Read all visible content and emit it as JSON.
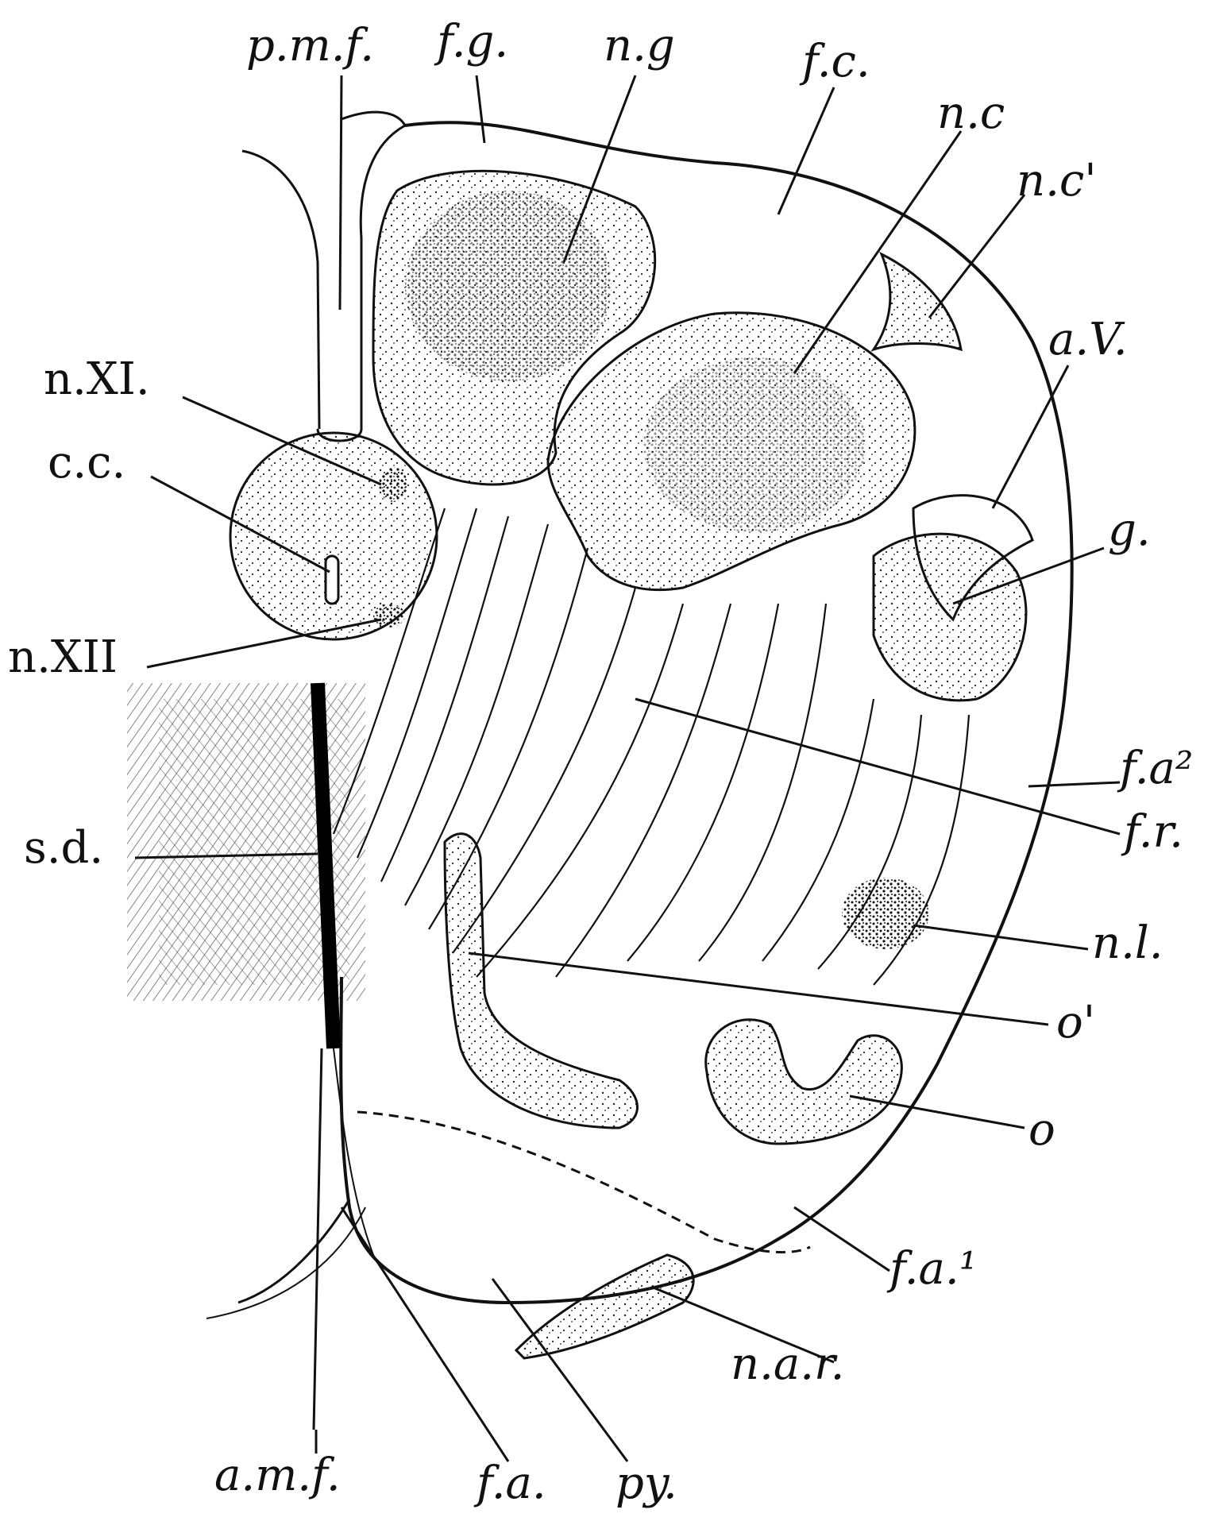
{
  "diagram": {
    "labels": {
      "pmf": "p.m.f.",
      "fg": "f.g.",
      "ng": "n.g",
      "fc": "f.c.",
      "nc": "n.c",
      "nc2": "n.c'",
      "aV": "a.V.",
      "nXI": "n.XI.",
      "cc": "c.c.",
      "g": "g.",
      "nXII": "n.XII",
      "fa2": "f.a²",
      "fr": "f.r.",
      "sd": "s.d.",
      "nl": "n.l.",
      "o_prime": "o'",
      "o": "o",
      "fa1": "f.a.¹",
      "nar": "n.a.r.",
      "amf": "a.m.f.",
      "fa": "f.a.",
      "py": "py."
    }
  }
}
